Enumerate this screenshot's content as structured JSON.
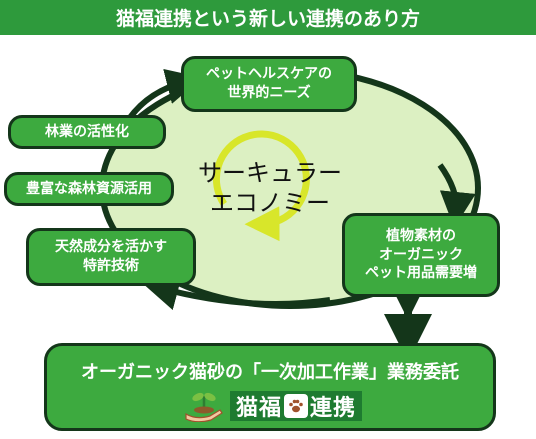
{
  "header": {
    "title": "猫福連携という新しい連携のあり方"
  },
  "center": {
    "line1": "サーキュラー",
    "line2": "エコノミー"
  },
  "nodes": {
    "pet_health": {
      "line1": "ペットヘルスケアの",
      "line2": "世界的ニーズ"
    },
    "forestry": {
      "label": "林業の活性化"
    },
    "forest": {
      "label": "豊富な森林資源活用"
    },
    "tech": {
      "line1": "天然成分を活かす",
      "line2": "特許技術"
    },
    "plant": {
      "line1": "植物素材の",
      "line2": "オーガニック",
      "line3": "ペット用品需要増"
    }
  },
  "bottom": {
    "title": "オーガニック猫砂の「一次加工作業」業務委託",
    "logo_chars": [
      "猫",
      "福",
      "連",
      "携"
    ]
  },
  "colors": {
    "header_green": "#2e9a3c",
    "node_green": "#3daa3f",
    "ellipse_fill": "#dcf0c2",
    "outline": "#14361a",
    "cycle_yellow": "#d8e62a"
  }
}
